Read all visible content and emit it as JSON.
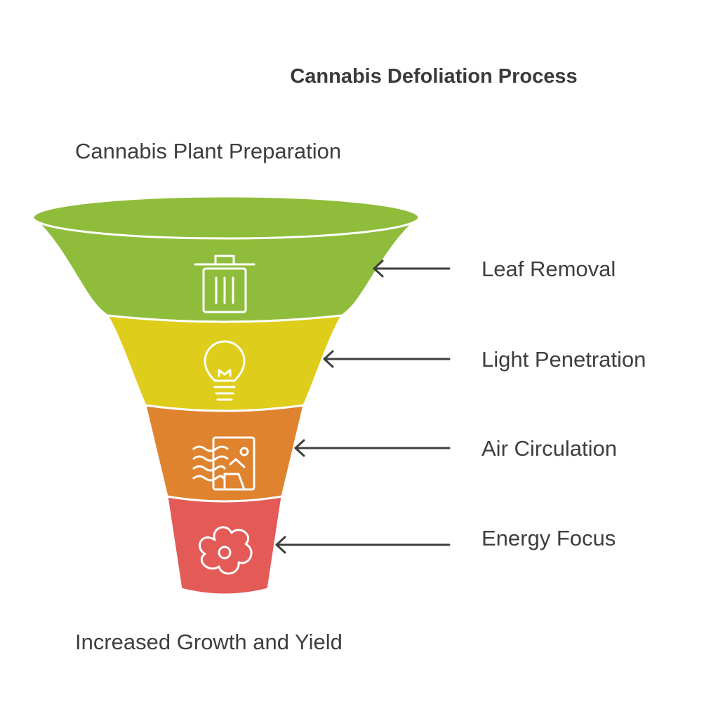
{
  "title": "Cannabis Defoliation Process",
  "top_label": "Cannabis Plant Preparation",
  "bottom_label": "Increased Growth and Yield",
  "colors": {
    "text": "#3e3e3e",
    "outline": "#ffffff"
  },
  "steps": [
    {
      "label": "Leaf Removal",
      "icon": "trash-can-icon",
      "color": "#8fbd3b"
    },
    {
      "label": "Light Penetration",
      "icon": "light-bulb-icon",
      "color": "#dfcd1b"
    },
    {
      "label": "Air Circulation",
      "icon": "air-flow-icon",
      "color": "#df832f"
    },
    {
      "label": "Energy Focus",
      "icon": "flower-icon",
      "color": "#e35a57"
    }
  ]
}
